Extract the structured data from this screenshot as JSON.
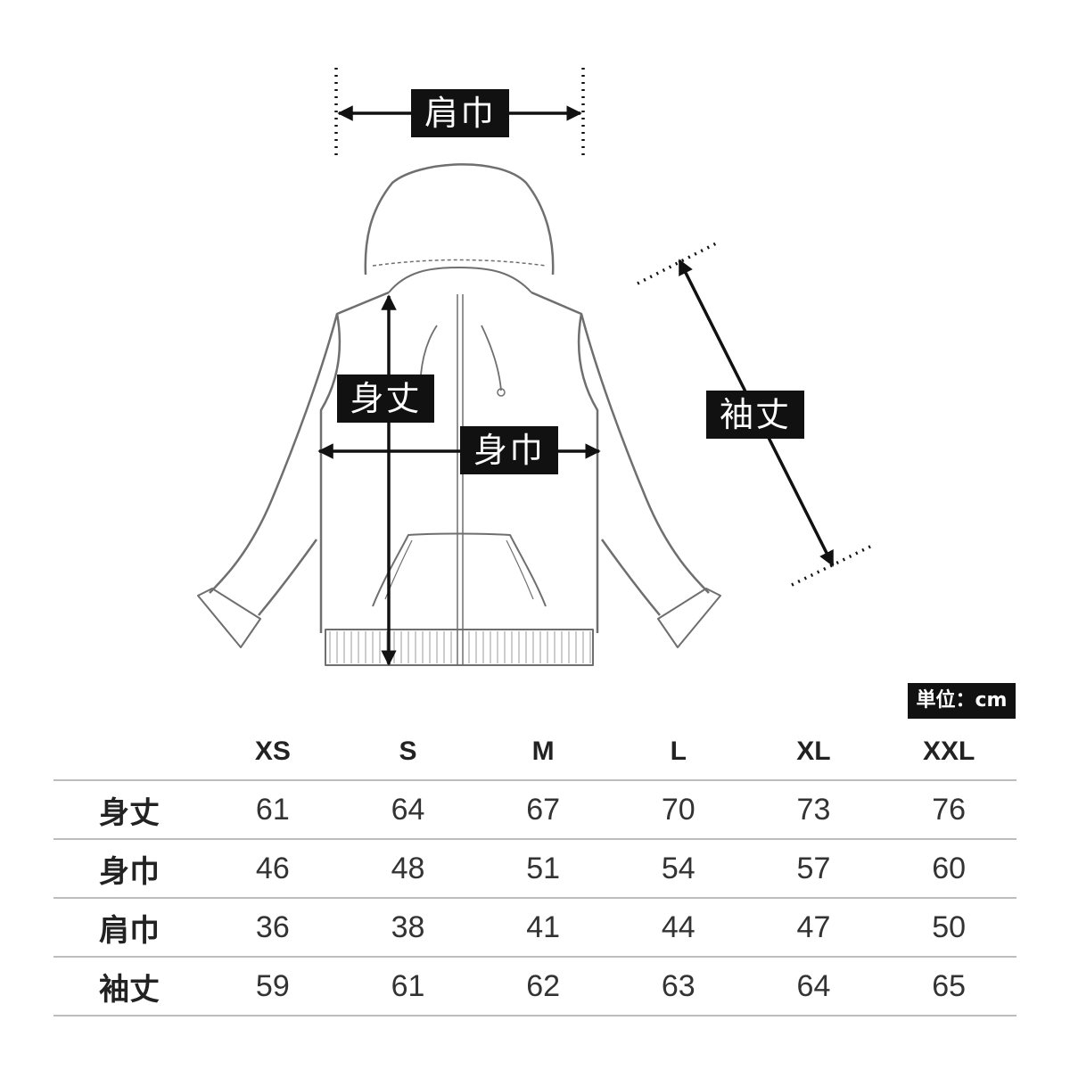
{
  "diagram": {
    "labels": {
      "shoulder_width": "肩巾",
      "body_length": "身丈",
      "body_width": "身巾",
      "sleeve_length": "袖丈"
    },
    "garment": "hoodie-zip-icon"
  },
  "unit_label": "単位：cm",
  "table": {
    "sizes": [
      "XS",
      "S",
      "M",
      "L",
      "XL",
      "XXL"
    ],
    "rows": [
      {
        "label": "身丈",
        "values": [
          "61",
          "64",
          "67",
          "70",
          "73",
          "76"
        ]
      },
      {
        "label": "身巾",
        "values": [
          "46",
          "48",
          "51",
          "54",
          "57",
          "60"
        ]
      },
      {
        "label": "肩巾",
        "values": [
          "36",
          "38",
          "41",
          "44",
          "47",
          "50"
        ]
      },
      {
        "label": "袖丈",
        "values": [
          "59",
          "61",
          "62",
          "63",
          "64",
          "65"
        ]
      }
    ]
  }
}
